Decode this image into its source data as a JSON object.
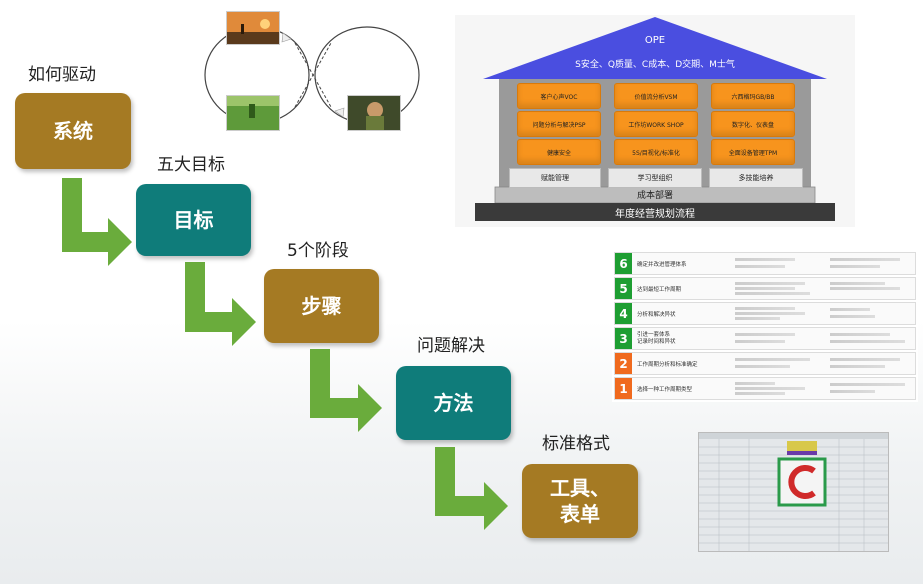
{
  "flow": {
    "steps": [
      {
        "question": "如何驱动",
        "box": "系统",
        "color": "#a57a23"
      },
      {
        "question": "五大目标",
        "box": "目标",
        "color": "#0f7c7a"
      },
      {
        "question": "5个阶段",
        "box": "步骤",
        "color": "#a57a23"
      },
      {
        "question": "问题解决",
        "box": "方法",
        "color": "#0f7c7a"
      },
      {
        "question": "标准格式",
        "box": "工具、\n表单",
        "color": "#a57a23"
      }
    ],
    "arrow_color": "#6aac3c"
  },
  "house": {
    "roof_title": "OPE",
    "roof_subtitle": "S安全、Q质量、C成本、D交期、M士气",
    "roof_color": "#4a4ee0",
    "cells": [
      "客户心声VOC",
      "价值流分析VSM",
      "六西格玛GB/BB",
      "问题分析与解决PSP",
      "工作坊WORK SHOP",
      "数字化、仪表盘",
      "健康安全",
      "5S/目视化/标准化",
      "全面设备管理TPM"
    ],
    "pillars": [
      "赋能管理",
      "学习型组织",
      "多技能培养"
    ],
    "base1": "成本部署",
    "base2": "年度经营规划流程"
  },
  "steps_list": [
    {
      "num": "6",
      "name": "确定并改进管理体系",
      "color": "#1e9e32"
    },
    {
      "num": "5",
      "name": "达到最短工作周期",
      "color": "#1e9e32"
    },
    {
      "num": "4",
      "name": "分析和解决异状",
      "color": "#1e9e32"
    },
    {
      "num": "3",
      "name": "引进一套体系\n记录时间和异状",
      "color": "#1e9e32"
    },
    {
      "num": "2",
      "name": "工作周期分析和标准确定",
      "color": "#f06a1e"
    },
    {
      "num": "1",
      "name": "选择一种工作周期类型",
      "color": "#f06a1e"
    }
  ]
}
